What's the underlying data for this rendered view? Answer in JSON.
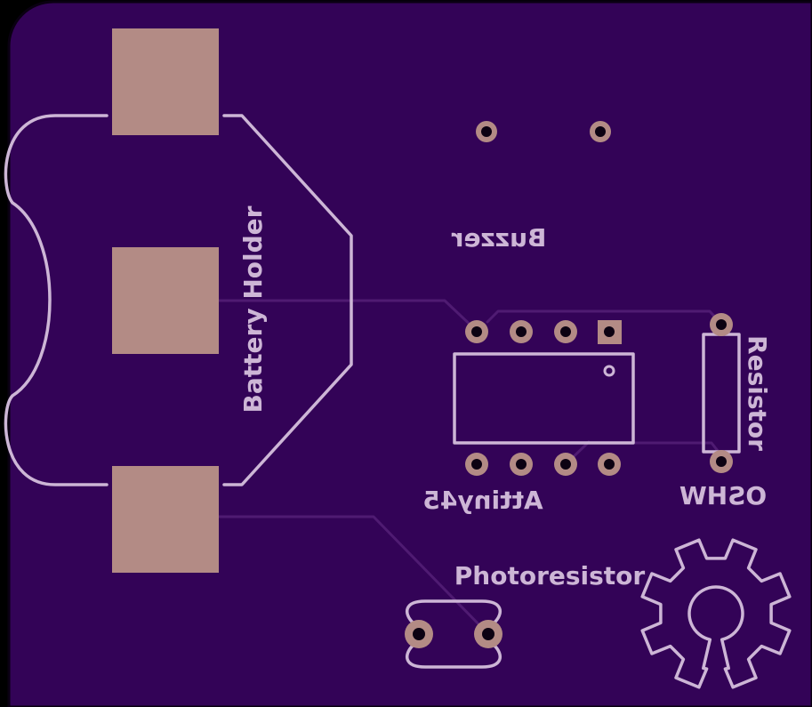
{
  "colors": {
    "board": "#330357",
    "silkscreen": "#cdb6d6",
    "pad": "#b38b85",
    "drill": "#0c0212",
    "trace": "#4f1b72"
  },
  "labels": {
    "battery_holder": "Battery Holder",
    "buzzer": "Buzzer",
    "attiny": "Attiny45",
    "resistor": "Resistor",
    "photoresistor": "Photoresistor",
    "oshw": "OSHW"
  }
}
